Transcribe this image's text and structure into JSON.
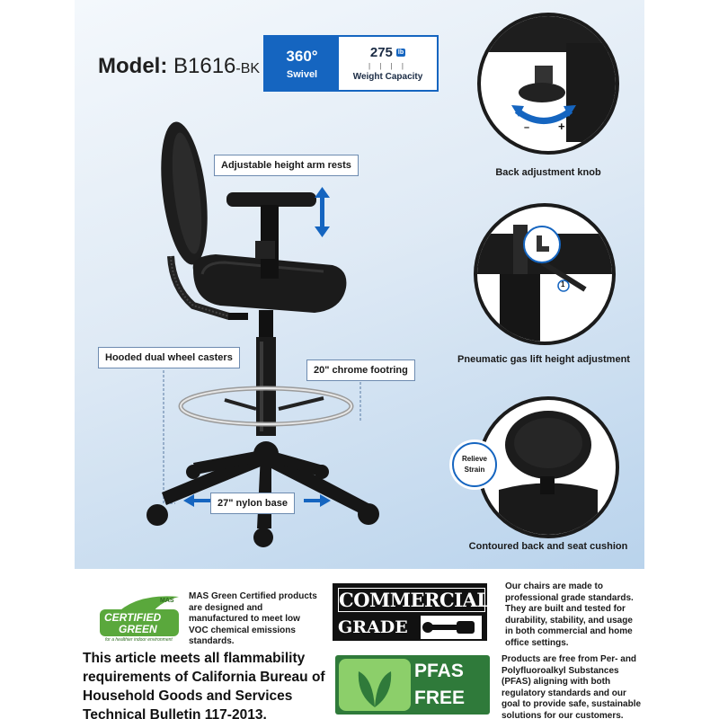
{
  "model": {
    "label": "Model:",
    "number": "B1616",
    "suffix": "-BK"
  },
  "badge": {
    "swivel_degrees": "360°",
    "swivel_label": "Swivel",
    "weight_value": "275",
    "weight_unit": "lb",
    "weight_label": "Weight Capacity"
  },
  "callouts": {
    "arm_rests": "Adjustable height arm rests",
    "casters": "Hooded dual wheel casters",
    "footring": "20\" chrome footring",
    "base": "27\" nylon base"
  },
  "details": [
    {
      "caption": "Back adjustment knob",
      "minus": "–",
      "plus": "+"
    },
    {
      "caption": "Pneumatic gas lift height adjustment",
      "marker": "1"
    },
    {
      "caption": "Contoured back and seat cushion",
      "badge": "Relieve Strain"
    }
  ],
  "mas": {
    "logo_top": "MAS",
    "logo_line1": "CERTIFIED",
    "logo_line2": "GREEN",
    "logo_tagline": "for a healthier indoor environment",
    "text": "MAS Green Certified products are designed and manufactured to meet low VOC chemical emissions standards."
  },
  "flammability": "This article meets all flammability requirements of California Bureau of Household Goods and Services Technical Bulletin 117-2013.",
  "commercial": {
    "logo_line1": "COMMERCIAL",
    "logo_line2": "GRADE",
    "text": "Our chairs are made to professional grade standards. They are built and tested for durability, stability, and usage in both commercial and home office settings."
  },
  "pfas": {
    "line1": "PFAS",
    "line2": "FREE",
    "text": "Products are free from Per- and Polyfluoroalkyl Substances (PFAS) aligning with both regulatory standards and our goal to provide safe, sustainable solutions for our customers."
  },
  "colors": {
    "accent": "#1565c0",
    "hero_bg": "#c9dcef",
    "pfas_green": "#2f7a3a",
    "mas_green": "#5aa83c"
  }
}
